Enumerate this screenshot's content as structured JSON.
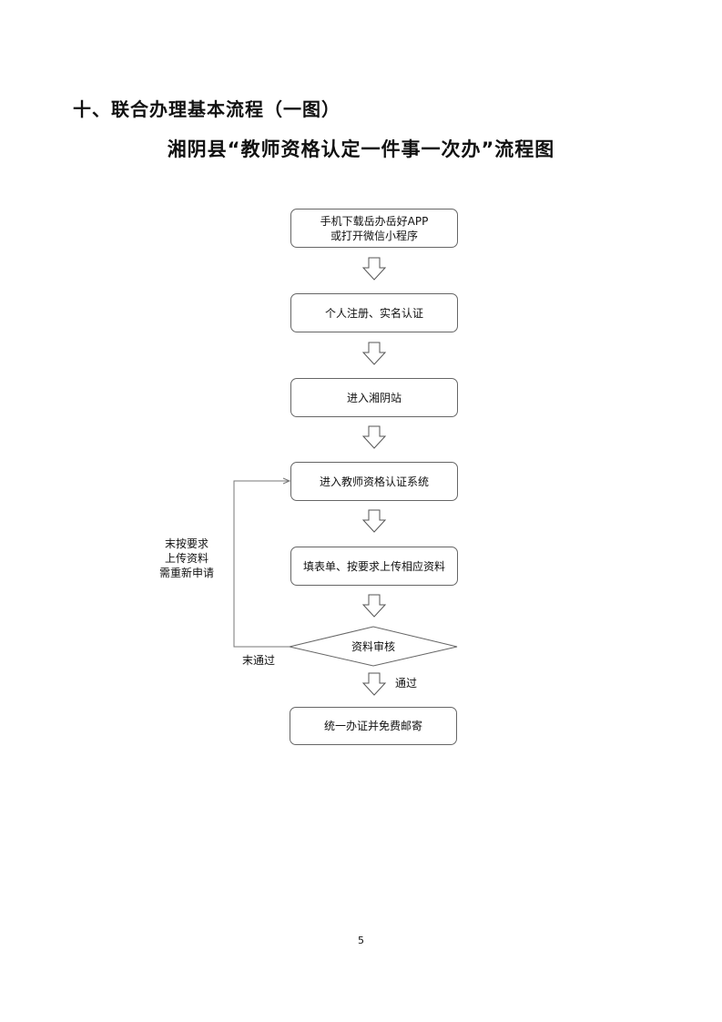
{
  "section_title": "十、联合办理基本流程（一图）",
  "doc_title": "湘阴县“教师资格认定一件事一次办”流程图",
  "flow": {
    "step1_line1": "手机下载岳办岳好APP",
    "step1_line2": "或打开微信小程序",
    "step2": "个人注册、实名认证",
    "step3": "进入湘阴站",
    "step4": "进入教师资格认证系统",
    "step5": "填表单、按要求上传相应资料",
    "decision": "资料审核",
    "pass_label": "通过",
    "fail_label": "末通过",
    "retry_note": [
      "末按要求",
      "上传资料",
      "需重新申请"
    ],
    "step6": "统一办证并免费邮寄"
  },
  "page_number": "5"
}
